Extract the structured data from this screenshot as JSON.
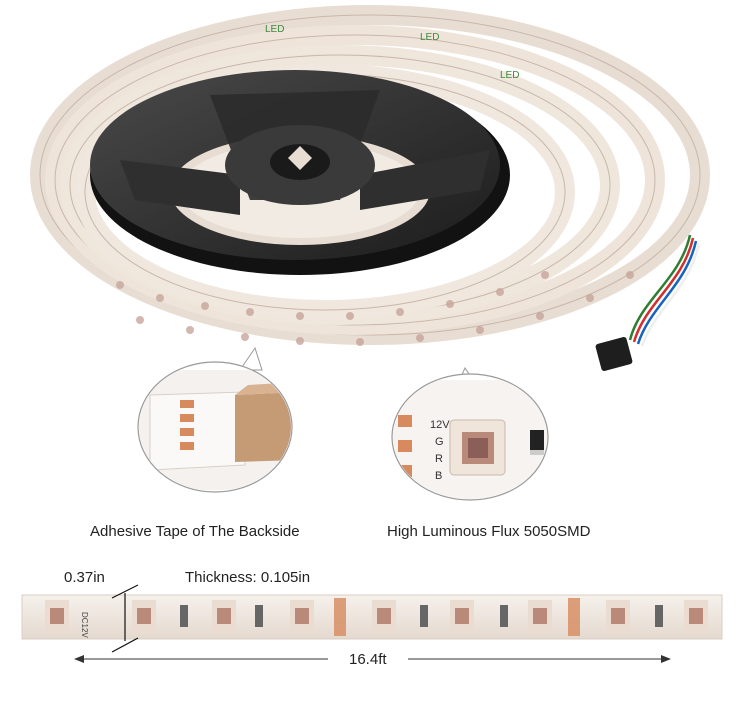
{
  "captions": {
    "adhesive": "Adhesive Tape of The Backside",
    "smd": "High Luminous Flux 5050SMD"
  },
  "dimensions": {
    "width": "0.37in",
    "thickness": "Thickness: 0.105in",
    "length": "16.4ft"
  },
  "strip_markings": {
    "voltage": "12V",
    "g": "G",
    "r": "R",
    "b": "B",
    "dc12v": "DC12V",
    "reel_text": "LED"
  },
  "colors": {
    "reel": "#2a2a2a",
    "strip": "#f1eae4",
    "led_core": "#b9897a",
    "copper": "#d68a5e",
    "tape_brown": "#c59b76",
    "print_green": "#3d8a3c"
  }
}
